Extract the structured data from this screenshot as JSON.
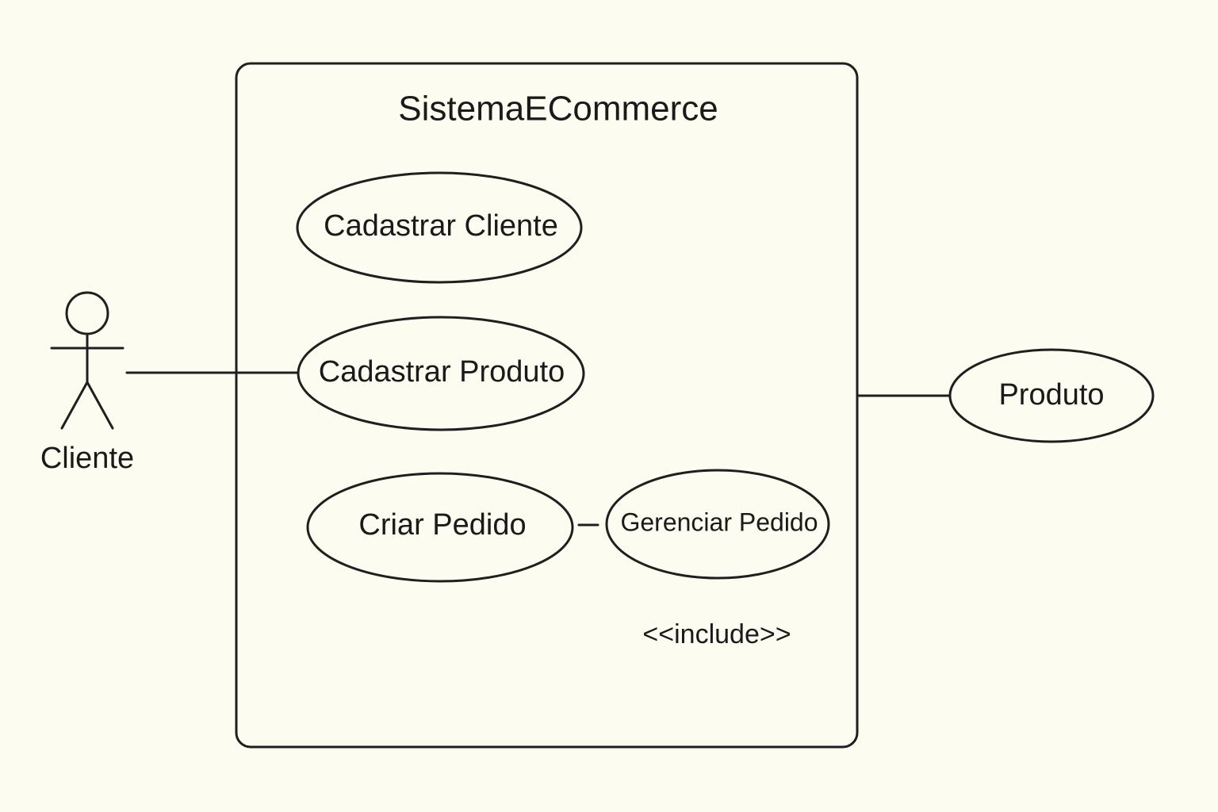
{
  "diagram": {
    "type": "use-case",
    "system": {
      "title": "SistemaECommerce"
    },
    "actors": [
      {
        "label": "Cliente"
      }
    ],
    "use_cases": [
      {
        "label": "Cadastrar Cliente"
      },
      {
        "label": "Cadastrar Produto"
      },
      {
        "label": "Criar Pedido"
      },
      {
        "label": "Gerenciar Pedido"
      }
    ],
    "external_entities": [
      {
        "label": "Produto"
      }
    ],
    "stereotype": "<<include>>",
    "relationships": [
      {
        "from": "Cliente",
        "to": "Cadastrar Produto",
        "kind": "association"
      },
      {
        "from": "Criar Pedido",
        "to": "Gerenciar Pedido",
        "kind": "include"
      },
      {
        "from": "SistemaECommerce",
        "to": "Produto",
        "kind": "association"
      }
    ],
    "colors": {
      "background": "#fdfcf0",
      "line": "#1f1f1f",
      "text": "#1a1a1a"
    }
  }
}
